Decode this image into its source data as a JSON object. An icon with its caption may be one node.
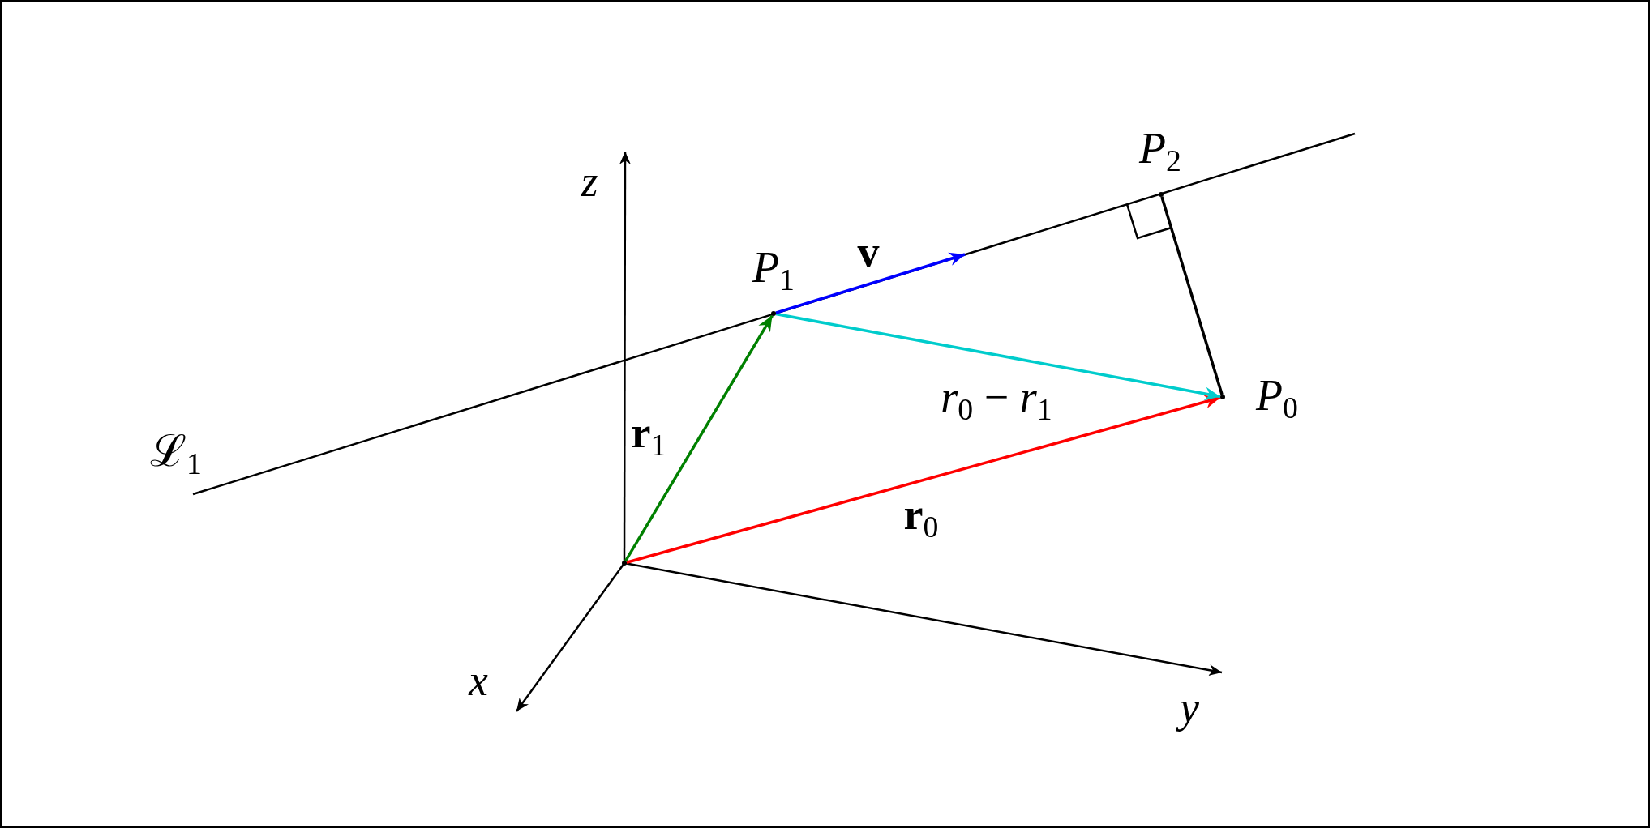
{
  "diagram": {
    "nodes": [
      {
        "text": [],
        "shape": "dot",
        "beside": [
          "*P*$_{2}$"
        ]
      },
      {
        "text": [],
        "shape": "dot",
        "beside": [
          "*P*$_{1}$"
        ]
      },
      {
        "text": [],
        "shape": "dot",
        "beside": [
          "*P*$_{0}$"
        ]
      },
      {
        "text": [],
        "shape": "dot"
      }
    ],
    "edges": [
      {
        "from": 3,
        "to": 1,
        "arrow": "to",
        "label": "**r**$_{1}$",
        "color": "#008000"
      },
      {
        "from": 3,
        "to": 2,
        "arrow": "to",
        "label": "**r**$_{0}$",
        "color": "#ff0000"
      },
      {
        "from": 1,
        "to": 2,
        "arrow": "to",
        "label": "*r*$_{0}$ − *r*$_{1}$",
        "color": "#00cccc"
      },
      {
        "from": 1,
        "to": null,
        "arrow": "to",
        "label": "**v**",
        "color": "#0000ff"
      },
      {
        "from": 0,
        "to": 2,
        "arrow": "none",
        "color": "#000000"
      }
    ],
    "labels": [
      "*z*",
      "ℒ$_{1}$",
      "*x*",
      "*y*"
    ]
  }
}
